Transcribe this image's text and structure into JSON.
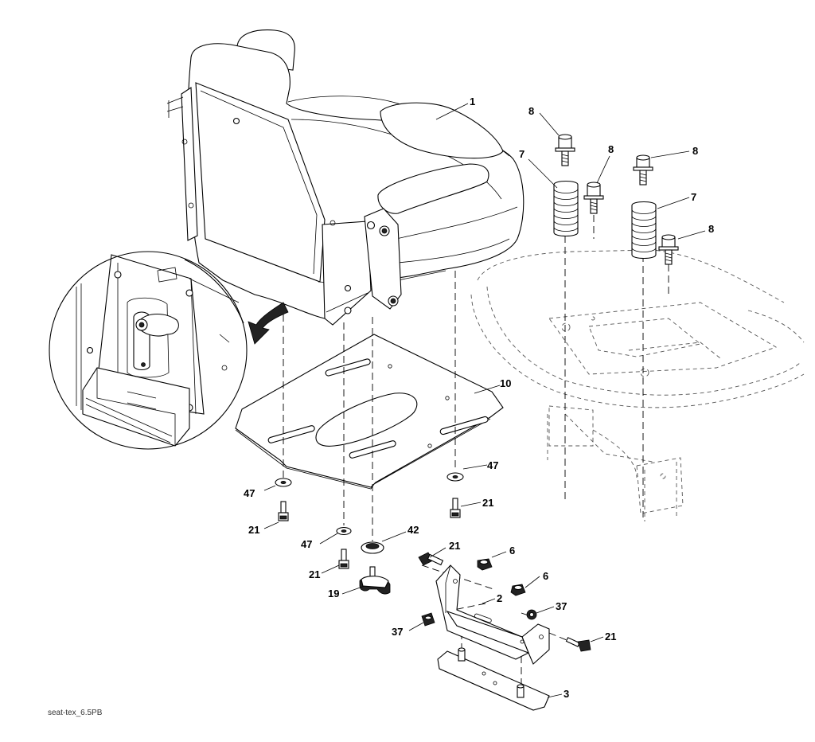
{
  "drawing": {
    "reference_code": "seat-tex_6.5PB",
    "callouts": {
      "seat": "1",
      "bracket": "2",
      "plate_bottom": "3",
      "spring_left": "7",
      "spring_right": "7",
      "bolt_top_left": "8",
      "bolt_mid_left": "8",
      "bolt_top_right": "8",
      "bolt_mid_right": "8",
      "seat_plate": "10",
      "washer_left": "47",
      "bolt_left": "21",
      "washer_right": "47",
      "bolt_right": "21",
      "washer_center": "47",
      "bolt_center": "21",
      "cup_washer": "42",
      "knob": "19",
      "bolt_bracket_top": "21",
      "nut_top": "6",
      "nut_mid": "6",
      "nut_right": "37",
      "nut_left": "37",
      "bolt_bracket_right": "21"
    }
  }
}
